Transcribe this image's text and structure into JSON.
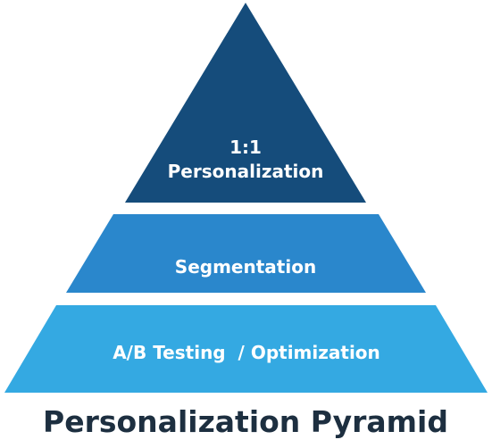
{
  "colors": {
    "top_tier": "#154c7b",
    "middle_tier": "#2a87cc",
    "bottom_tier": "#34a9e2",
    "title": "#1d2f40"
  },
  "pyramid": {
    "tiers": [
      {
        "line1": "1:1",
        "line2": "Personalization"
      },
      {
        "label": "Segmentation"
      },
      {
        "label": "A/B Testing  / Optimization"
      }
    ]
  },
  "title": "Personalization Pyramid"
}
